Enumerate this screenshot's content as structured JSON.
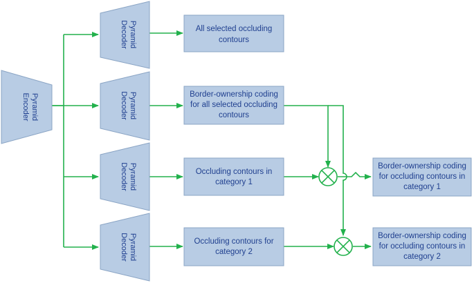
{
  "encoder": {
    "line1": "Encoder",
    "line2": "Pyramid"
  },
  "decoders": [
    {
      "line1": "Decoder",
      "line2": "Pyramid"
    },
    {
      "line1": "Decoder",
      "line2": "Pyramid"
    },
    {
      "line1": "Decoder",
      "line2": "Pyramid"
    },
    {
      "line1": "Decoder",
      "line2": "Pyramid"
    }
  ],
  "boxes": [
    {
      "lines": [
        "All selected occluding",
        "contours"
      ]
    },
    {
      "lines": [
        "Border-ownership coding",
        "for all selected occluding",
        "contours"
      ]
    },
    {
      "lines": [
        "Occluding contours in",
        "category 1"
      ]
    },
    {
      "lines": [
        "Occluding contours for",
        "category 2"
      ]
    }
  ],
  "outputs": [
    {
      "lines": [
        "Border-ownership coding",
        "for occluding contours in",
        "category 1"
      ]
    },
    {
      "lines": [
        "Border-ownership coding",
        "for occluding contours in",
        "category 2"
      ]
    }
  ],
  "colors": {
    "flow": "#22b14c",
    "block_fill": "#b8cce4",
    "block_stroke": "#8aa4c4",
    "text": "#1f3f8f"
  }
}
